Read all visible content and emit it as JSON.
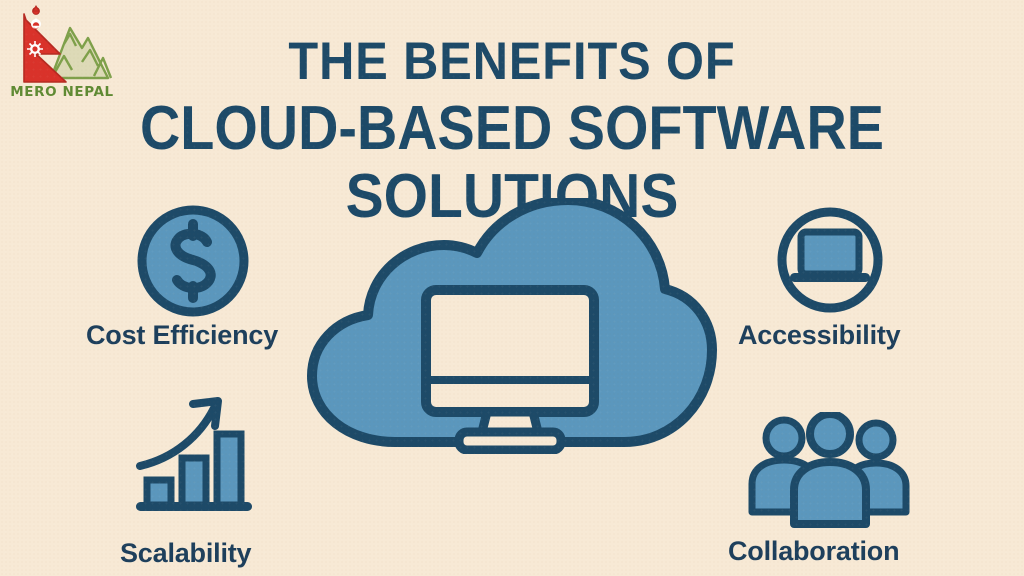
{
  "poster": {
    "background_color": "#f7e9d5",
    "accent_navy": "#1d4a68",
    "accent_blue": "#5b97bd",
    "logo_green": "#5f8a33",
    "logo_red": "#d9322a"
  },
  "logo": {
    "brand": "MERO NEPAL",
    "flag_icon": "nepal-flag-icon",
    "mountain_icon": "mountain-icon"
  },
  "title": {
    "line1": "THE BENEFITS OF",
    "line2": "CLOUD-BASED SOFTWARE",
    "line3": "SOLUTIONS"
  },
  "center": {
    "icon": "cloud-with-monitor-icon"
  },
  "benefits": [
    {
      "id": "cost-efficiency",
      "label": "Cost Efficiency",
      "icon": "dollar-coin-icon",
      "position": "top-left"
    },
    {
      "id": "accessibility",
      "label": "Accessibility",
      "icon": "laptop-in-circle-icon",
      "position": "top-right"
    },
    {
      "id": "scalability",
      "label": "Scalability",
      "icon": "growth-bar-chart-arrow-icon",
      "position": "bottom-left"
    },
    {
      "id": "collaboration",
      "label": "Collaboration",
      "icon": "three-people-group-icon",
      "position": "bottom-right"
    }
  ]
}
